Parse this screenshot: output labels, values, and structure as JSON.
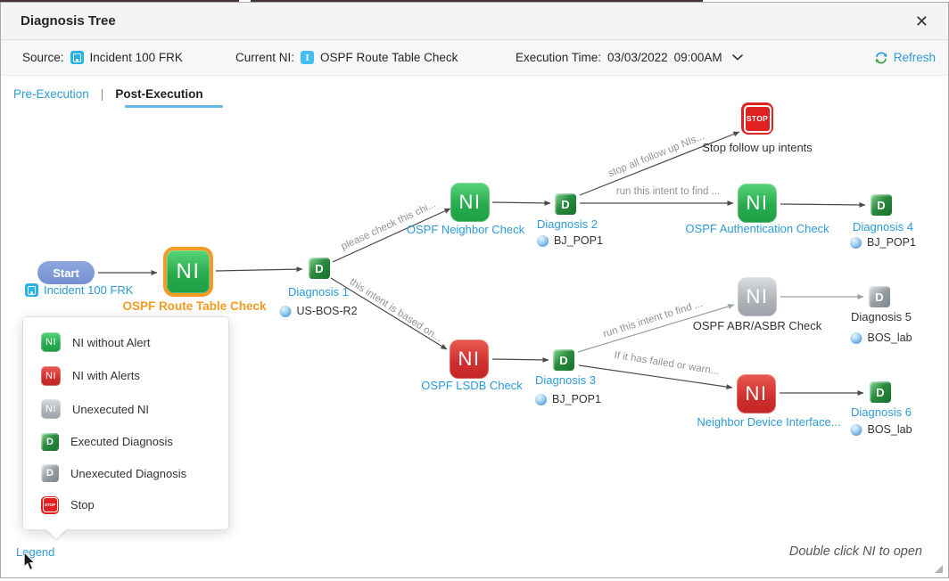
{
  "window": {
    "title": "Diagnosis Tree",
    "close_glyph": "✕"
  },
  "header": {
    "source_label": "Source:",
    "source_value": "Incident 100 FRK",
    "current_ni_label": "Current NI:",
    "current_ni_glyph": "I",
    "current_ni_value": "OSPF Route Table Check",
    "execution_time_label": "Execution Time:",
    "execution_date": "03/03/2022",
    "execution_clock": "09:00AM",
    "refresh_label": "Refresh"
  },
  "tabs": {
    "pre": "Pre-Execution",
    "separator": "|",
    "post": "Post-Execution"
  },
  "icon_text": {
    "ni": "NI",
    "d": "D",
    "stop": "STOP"
  },
  "tree": {
    "start": {
      "label": "Start",
      "source": "Incident 100 FRK"
    },
    "ni_route": {
      "label": "OSPF Route Table Check"
    },
    "d1": {
      "label": "Diagnosis 1",
      "device": "US-BOS-R2"
    },
    "ni_neighbor": {
      "label": "OSPF Neighbor Check"
    },
    "d2": {
      "label": "Diagnosis 2",
      "device": "BJ_POP1"
    },
    "stop": {
      "label": "Stop follow up intents"
    },
    "ni_auth": {
      "label": "OSPF Authentication Check"
    },
    "d4": {
      "label": "Diagnosis 4",
      "device": "BJ_POP1"
    },
    "ni_lsdb": {
      "label": "OSPF LSDB Check"
    },
    "d3": {
      "label": "Diagnosis 3",
      "device": "BJ_POP1"
    },
    "ni_abr": {
      "label": "OSPF ABR/ASBR Check"
    },
    "d5": {
      "label": "Diagnosis 5",
      "device": "BOS_lab"
    },
    "ni_ndi": {
      "label": "Neighbor Device Interface..."
    },
    "d6": {
      "label": "Diagnosis 6",
      "device": "BOS_lab"
    }
  },
  "edges": {
    "please_check": "please check this chi...",
    "intent_based": "this intent is based on...",
    "stop_follow": "stop all follow up NIs...",
    "run_find_a": "run this intent to find ...",
    "run_find_b": "run this intent to find ...",
    "if_failed": "If it has failed or warn..."
  },
  "legend": {
    "link_label": "Legend",
    "items": [
      {
        "icon": "ni-without-alert-icon",
        "label": "NI without Alert"
      },
      {
        "icon": "ni-with-alerts-icon",
        "label": "NI with Alerts"
      },
      {
        "icon": "unexecuted-ni-icon",
        "label": "Unexecuted NI"
      },
      {
        "icon": "executed-diagnosis-icon",
        "label": "Executed Diagnosis"
      },
      {
        "icon": "unexecuted-diagnosis-icon",
        "label": "Unexecuted Diagnosis"
      },
      {
        "icon": "stop-icon",
        "label": "Stop"
      }
    ]
  },
  "footer": {
    "hint": "Double click NI to open"
  },
  "colors": {
    "accent_blue": "#2e9bd6",
    "current_ni_orange": "#f59b22",
    "ni_green": "#28ac4f",
    "ni_red": "#cf2e2e",
    "ni_gray": "#a8adb3",
    "diagnosis_green": "#2b8c3f",
    "stop_red": "#e12222",
    "start_blue": "#7f9bd6",
    "cyan_icon": "#27b2e8"
  }
}
